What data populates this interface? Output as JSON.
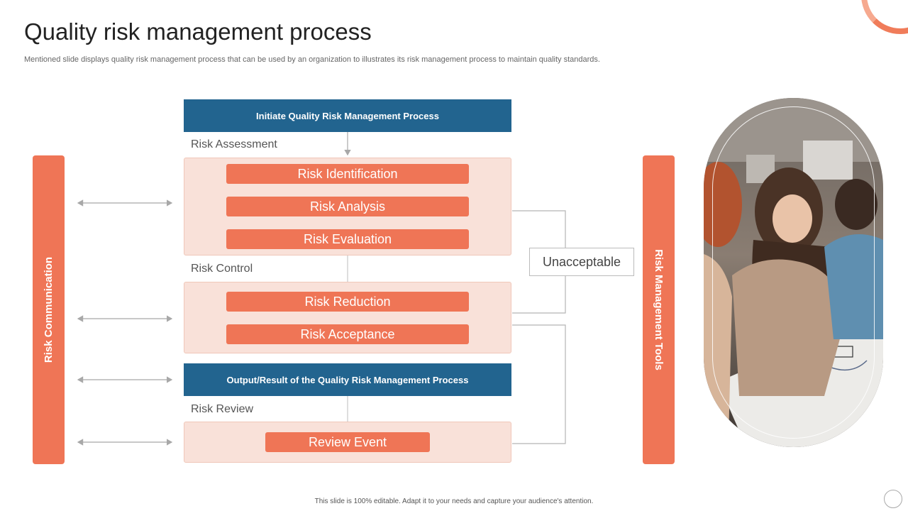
{
  "header": {
    "title": "Quality risk management process",
    "subtitle": "Mentioned slide displays quality risk management process that can be used by an organization to illustrates its risk management process to maintain quality standards."
  },
  "diagram": {
    "left_bar": "Risk Communication",
    "right_bar": "Risk Management Tools",
    "initiate": "Initiate Quality Risk Management Process",
    "output": "Output/Result of the Quality Risk Management Process",
    "unacceptable": "Unacceptable",
    "sections": {
      "assessment": {
        "label": "Risk Assessment",
        "steps": [
          "Risk Identification",
          "Risk Analysis",
          "Risk Evaluation"
        ]
      },
      "control": {
        "label": "Risk Control",
        "steps": [
          "Risk Reduction",
          "Risk Acceptance"
        ]
      },
      "review": {
        "label": "Risk Review",
        "steps": [
          "Review Event"
        ]
      }
    }
  },
  "colors": {
    "accent": "#ef7556",
    "blue": "#22648f",
    "panel": "#f9e1d9"
  },
  "footer": {
    "text": "This slide is 100% editable. Adapt it to your needs and capture your audience's attention."
  }
}
